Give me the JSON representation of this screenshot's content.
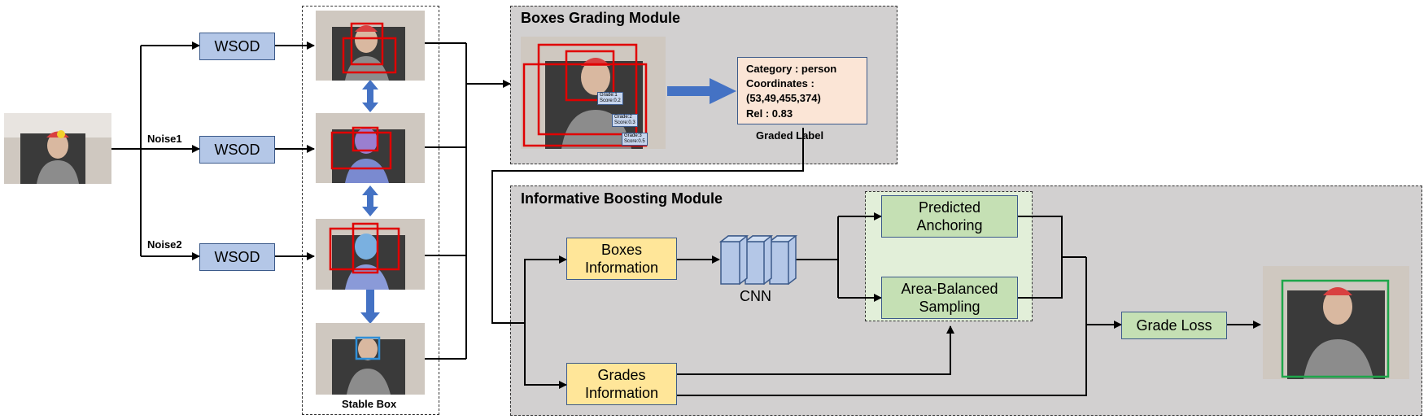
{
  "wsod_labels": [
    "WSOD",
    "WSOD",
    "WSOD"
  ],
  "noise_labels": [
    "Noise1",
    "Noise2"
  ],
  "stable_box_label": "Stable Box",
  "grading_module": {
    "title": "Boxes Grading Module",
    "graded_label_caption": "Graded Label",
    "label_lines": [
      "Category : person",
      "Coordinates :",
      "(53,49,455,374)",
      "Rel : 0.83"
    ],
    "grade_tags": [
      {
        "grade": "Grade:1",
        "score": "Score:0.2"
      },
      {
        "grade": "Grade:2",
        "score": "Score:0.3"
      },
      {
        "grade": "Grade:3",
        "score": "Score:0.5"
      }
    ]
  },
  "boosting_module": {
    "title": "Informative Boosting Module",
    "boxes_info": "Boxes\nInformation",
    "grades_info": "Grades\nInformation",
    "cnn_label": "CNN",
    "predicted_anchoring": "Predicted\nAnchoring",
    "area_balanced": "Area-Balanced\nSampling",
    "grade_loss": "Grade Loss"
  },
  "colors": {
    "module_bg": "#d2d0d0",
    "wsod_fill": "#b4c7e7",
    "info_fill": "#ffe699",
    "green_fill": "#c5e0b4",
    "label_fill": "#fbe5d6",
    "box_red": "#e00000",
    "box_green": "#1ea64a",
    "arrow_blue": "#4472c4"
  },
  "icons": [
    "person-photo",
    "blue-double-arrow",
    "blue-right-arrow",
    "cnn-layers"
  ]
}
